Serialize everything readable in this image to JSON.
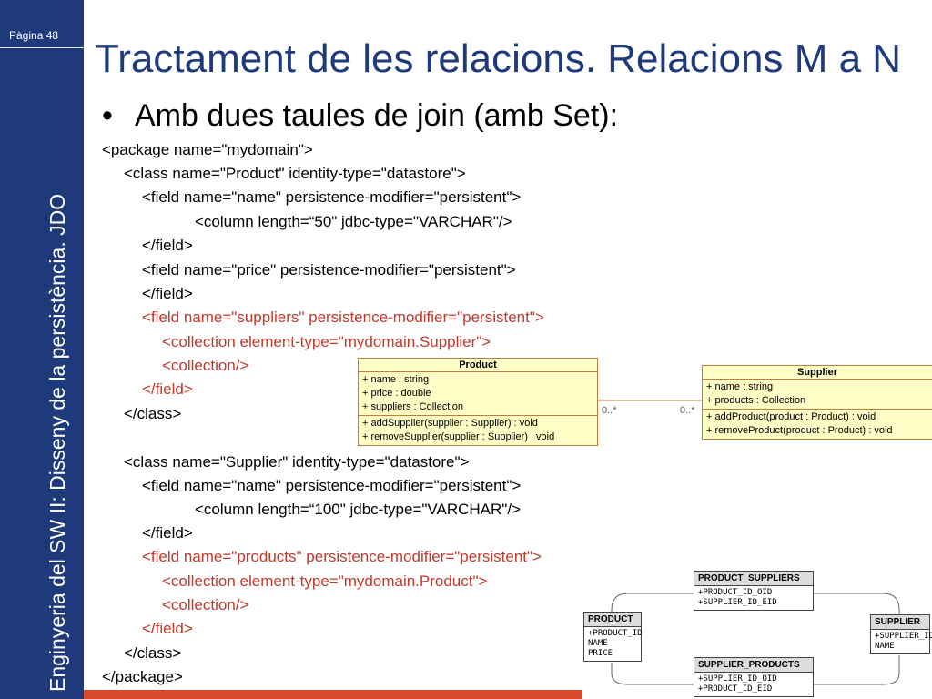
{
  "sidebar": {
    "page_label": "Pàgina 48",
    "vertical_title": "Enginyeria del SW II: Disseny de la persistència. JDO"
  },
  "slide": {
    "title": "Tractament de les relacions. Relacions M a N",
    "bullet_symbol": "•",
    "bullet": "Amb dues taules de join (amb Set):"
  },
  "code": [
    "<package name=\"mydomain\">",
    "<class name=\"Product\" identity-type=\"datastore\">",
    "<field name=\"name\" persistence-modifier=\"persistent\">",
    "<column length=“50\" jdbc-type=\"VARCHAR\"/>",
    "</field>",
    "<field name=\"price\" persistence-modifier=\"persistent\">",
    "</field>",
    "<field name=\"suppliers\" persistence-modifier=\"persistent\">",
    "<collection element-type=\"mydomain.Supplier\">",
    "<collection/>",
    "</field>",
    "</class>",
    "<class name=\"Supplier\" identity-type=\"datastore\">",
    "<field name=\"name\" persistence-modifier=\"persistent\">",
    "<column length=“100\" jdbc-type=\"VARCHAR\"/>",
    "</field>",
    "<field name=\"products\" persistence-modifier=\"persistent\">",
    "<collection element-type=\"mydomain.Product\">",
    "<collection/>",
    "</field>",
    "</class>",
    "</package>"
  ],
  "uml": {
    "product": {
      "name": "Product",
      "attributes": [
        "+ name : string",
        "+ price : double",
        "+ suppliers : Collection"
      ],
      "operations": [
        "+ addSupplier(supplier : Supplier) : void",
        "+ removeSupplier(supplier : Supplier) : void"
      ]
    },
    "supplier": {
      "name": "Supplier",
      "attributes": [
        "+ name : string",
        "+ products : Collection"
      ],
      "operations": [
        "+ addProduct(product : Product) : void",
        "+ removeProduct(product : Product) : void"
      ]
    },
    "multiplicity_left": "0..*",
    "multiplicity_right": "0..*"
  },
  "db": {
    "product_suppliers": {
      "name": "PRODUCT_SUPPLIERS",
      "columns": [
        "+PRODUCT_ID_OID",
        "+SUPPLIER_ID_EID"
      ]
    },
    "product": {
      "name": "PRODUCT",
      "columns": [
        "+PRODUCT_ID",
        "NAME",
        "PRICE"
      ]
    },
    "supplier": {
      "name": "SUPPLIER",
      "columns": [
        "+SUPPLIER_ID",
        "NAME"
      ]
    },
    "supplier_products": {
      "name": "SUPPLIER_PRODUCTS",
      "columns": [
        "+SUPPLIER_ID_OID",
        "+PRODUCT_ID_EID"
      ]
    }
  },
  "colors": {
    "sidebar": "#1f3a7a",
    "title": "#1f3a7a",
    "highlight": "#c0392b",
    "uml_fill": "#fffdc6",
    "uml_border": "#c47a3a",
    "bottom_bar": "#d84a2a"
  }
}
